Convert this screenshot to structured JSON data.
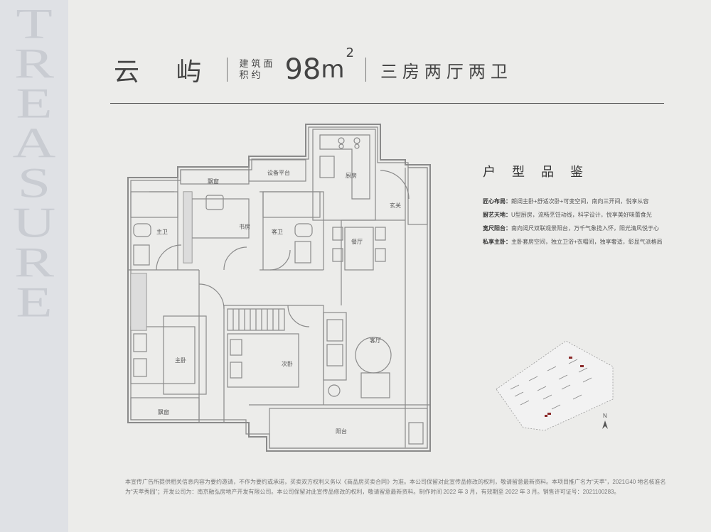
{
  "side_watermark": "TREASURE",
  "header": {
    "name": "云 屿",
    "area_label": "建筑面积约",
    "area_value": "98",
    "area_unit": "m",
    "area_sup": "2",
    "layout_type": "三房两厅两卫"
  },
  "rooms": {
    "bay_top": "飘窗",
    "equipment": "设备平台",
    "kitchen": "厨房",
    "master_bath": "主卫",
    "study": "书房",
    "guest_bath": "客卫",
    "entrance": "玄关",
    "dining": "餐厅",
    "living": "客厅",
    "master_bed": "主卧",
    "second_bed": "次卧",
    "bay_bottom": "飘窗",
    "balcony": "阳台"
  },
  "features_title": "户 型 品 鉴",
  "features": [
    {
      "label": "匠心布局：",
      "text": "朗阔主卧+舒适次卧+可变空间，南向三开间，悦享从容"
    },
    {
      "label": "厨艺天地：",
      "text": "U型厨房，流畅烹饪动线，科学设计，悦享美好味蕾食光"
    },
    {
      "label": "宽尺阳台：",
      "text": "南向阔尺双联观景阳台，万千气象揽入怀，阳光清风悦于心"
    },
    {
      "label": "私享主卧：",
      "text": "主卧套房空间，独立卫浴+衣帽间，独享奢适，彰显气派格局"
    }
  ],
  "compass": "N",
  "disclaimer": "本宣传广告所提供相关信息内容为要约邀请，不作为要约或承诺，买卖双方权利义务以《商品房买卖合同》为准。本公司保留对此宣传品修改的权利，敬请留意最新资料。本项目推广名为“天萃”，2021G40 地名核准名为“天萃秀园”；开发公司为：南京融弘房地产开发有限公司。本公司保留对此宣传品修改的权利，敬请留意最新资料。制作时间 2022 年 3 月，有效期至 2022 年 3 月。销售许可证号：2021100283。",
  "colors": {
    "background": "#ececea",
    "side_band": "#dfe1e5",
    "wall": "#8a8a8a",
    "text": "#3c3c3c",
    "highlight": "#8b2a2a"
  }
}
